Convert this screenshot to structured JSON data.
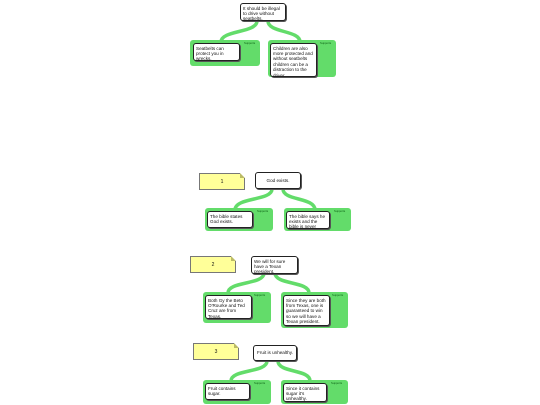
{
  "maps": [
    {
      "claim": "It should be illegal to drive without seatbelts.",
      "reasons": [
        {
          "label": "Supports",
          "text": "Seatbelts can protect you in wrecks."
        },
        {
          "label": "Supports",
          "text": "Children are also more protected and without seatbelts children can be a distraction to the driver."
        }
      ]
    },
    {
      "note": "1",
      "claim": "God exists.",
      "reasons": [
        {
          "label": "Supports",
          "text": "The bible states God exists."
        },
        {
          "label": "Supports",
          "text": "The bible says he exists and the bible is never wrong."
        }
      ]
    },
    {
      "note": "2",
      "claim": "We will for sure have a Texan president.",
      "reasons": [
        {
          "label": "Supports",
          "text": "Both Gy the Beto O'Rourke and Ted Cruz are from Texas."
        },
        {
          "label": "Supports",
          "text": "Since they are both from Texas, one is guaranteed to win so we will have a Texan president."
        }
      ]
    },
    {
      "note": "3",
      "claim": "Fruit is unhealthy.",
      "reasons": [
        {
          "label": "Supports",
          "text": "Fruit contains sugar."
        },
        {
          "label": "Supports",
          "text": "Since it contains sugar it's unhealthy."
        }
      ]
    }
  ],
  "colors": {
    "panel": "#63dc6a",
    "note": "#ffff99",
    "border": "#222222"
  }
}
